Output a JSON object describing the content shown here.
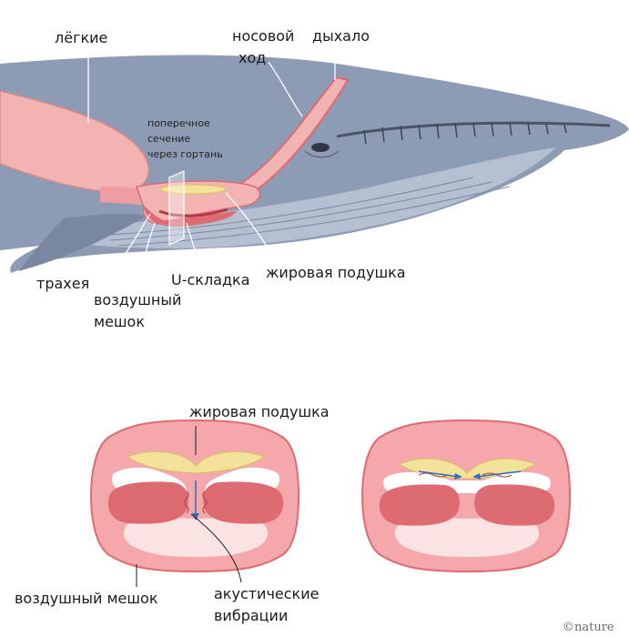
{
  "top_diagram": {
    "labels": {
      "lungs": "лёгкие",
      "nasal_passage_line1": "носовой",
      "nasal_passage_line2": "ход",
      "blowhole": "дыхало",
      "cross_section_line1": "поперечное",
      "cross_section_line2": "сечение",
      "cross_section_line3": "через гортань",
      "trachea": "трахея",
      "air_sac_line1": "воздушный",
      "air_sac_line2": "мешок",
      "u_fold": "U-складка",
      "fat_cushion": "жировая подушка"
    }
  },
  "bottom_diagram": {
    "labels": {
      "fat_cushion": "жировая подушка",
      "air_sac": "воздушный мешок",
      "acoustic_line1": "акустические",
      "acoustic_line2": "вибрации"
    }
  },
  "credit": "©nature",
  "colors": {
    "whale_body": "#8e9bb4",
    "whale_belly": "#b4bfd1",
    "tissue_pink": "#f2b3b3",
    "tissue_red": "#de6b72",
    "fat_yellow": "#f5e29a",
    "arrow_blue": "#2c6fbf"
  }
}
